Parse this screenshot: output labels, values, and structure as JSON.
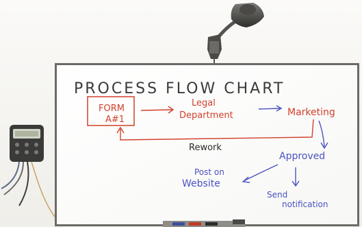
{
  "whiteboard": {
    "title": "PROCESS FLOW CHART",
    "form_line1": "FORM",
    "form_line2": "A#1",
    "legal_line1": "Legal",
    "legal_line2": "Department",
    "marketing": "Marketing",
    "rework": "Rework",
    "approved": "Approved",
    "post_line1": "Post on",
    "post_line2": "Website",
    "send_line1": "Send",
    "send_line2": "notification"
  },
  "colors": {
    "red_marker": "#d2402c",
    "blue_marker": "#4a52c0",
    "black_marker": "#2a2a2a"
  }
}
